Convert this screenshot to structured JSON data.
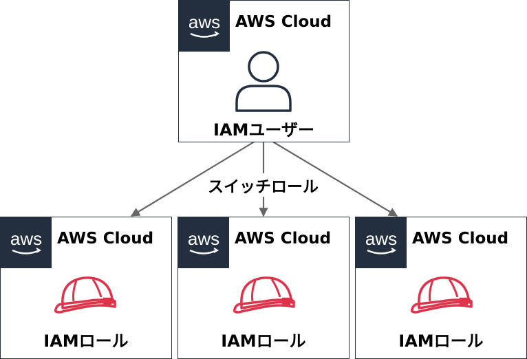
{
  "top": {
    "cloud_title": "AWS Cloud",
    "logo_text": "aws",
    "entity_label": "IAMユーザー"
  },
  "bottom": [
    {
      "cloud_title": "AWS Cloud",
      "logo_text": "aws",
      "entity_label": "IAMロール"
    },
    {
      "cloud_title": "AWS Cloud",
      "logo_text": "aws",
      "entity_label": "IAMロール"
    },
    {
      "cloud_title": "AWS Cloud",
      "logo_text": "aws",
      "entity_label": "IAMロール"
    }
  ],
  "edge_label": "スイッチロール",
  "colors": {
    "aws_dark": "#232f3e",
    "role_red": "#dd344c",
    "arrow": "#666666"
  }
}
